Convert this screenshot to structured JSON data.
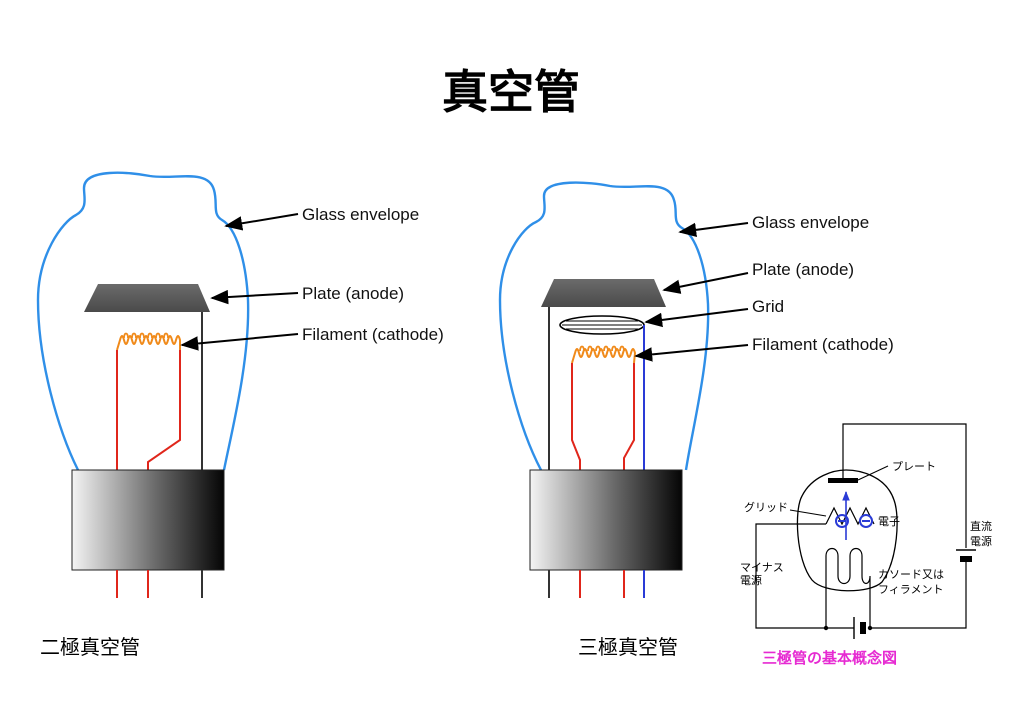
{
  "title": "真空管",
  "colors": {
    "glass": "#2f8fe8",
    "filament": "#f08a1a",
    "lead_red": "#e0261b",
    "lead_blue": "#2a3bd6",
    "caption_pink": "#e62ad2"
  },
  "diode": {
    "labels": {
      "glass": "Glass envelope",
      "plate": "Plate (anode)",
      "filament": "Filament (cathode)"
    },
    "caption": "二極真空管"
  },
  "triode": {
    "labels": {
      "glass": "Glass envelope",
      "plate": "Plate (anode)",
      "grid": "Grid",
      "filament": "Filament (cathode)"
    },
    "caption": "三極真空管"
  },
  "schematic": {
    "plate": "プレート",
    "grid": "グリッド",
    "electron": "電子",
    "dc_source": [
      "直流",
      "電源"
    ],
    "minus_source": [
      "マイナス",
      "電源"
    ],
    "cathode": [
      "カソード又は",
      "フィラメント"
    ],
    "caption": "三極管の基本概念図"
  }
}
